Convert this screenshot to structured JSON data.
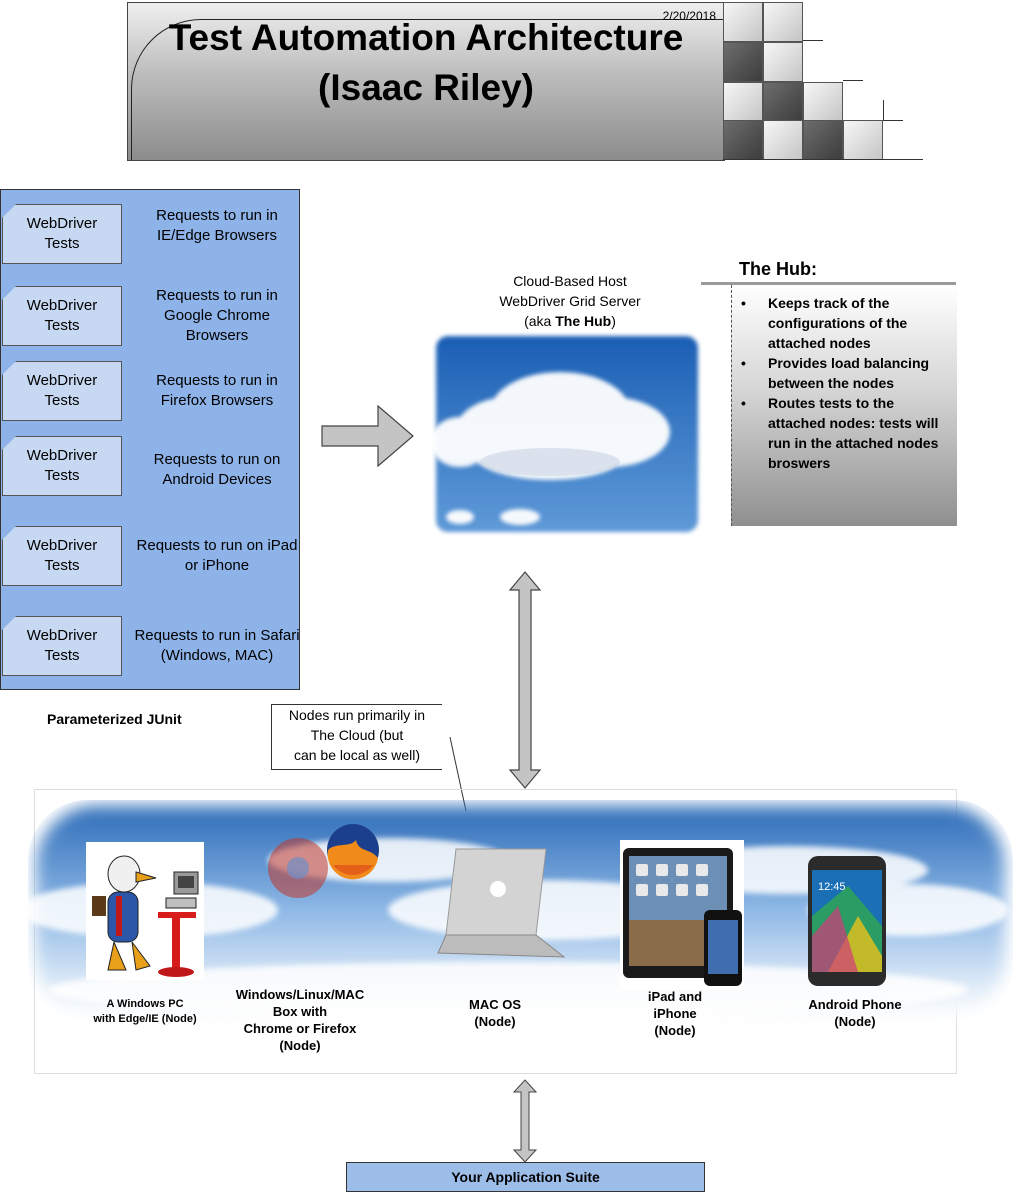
{
  "banner": {
    "date": "2/20/2018",
    "title_line1": "Test Automation Architecture",
    "title_line2": "(Isaac Riley)"
  },
  "tests": [
    {
      "box_line1": "WebDriver",
      "box_line2": "Tests",
      "request": "Requests to run in IE/Edge Browsers"
    },
    {
      "box_line1": "WebDriver",
      "box_line2": "Tests",
      "request": "Requests to run in Google Chrome Browsers"
    },
    {
      "box_line1": "WebDriver",
      "box_line2": "Tests",
      "request": "Requests to run in Firefox Browsers"
    },
    {
      "box_line1": "WebDriver",
      "box_line2": "Tests",
      "request": "Requests to run on Android Devices"
    },
    {
      "box_line1": "WebDriver",
      "box_line2": "Tests",
      "request": "Requests to run on iPad or iPhone"
    },
    {
      "box_line1": "WebDriver",
      "box_line2": "Tests",
      "request": "Requests to run in Safari (Windows, MAC)"
    }
  ],
  "junit_label": "Parameterized JUnit",
  "host": {
    "line1": "Cloud-Based Host",
    "line2": "WebDriver Grid Server",
    "line3_prefix": "(aka ",
    "line3_bold": "The Hub",
    "line3_suffix": ")"
  },
  "hub": {
    "title": "The Hub:",
    "bullet_char": "•",
    "bullets": [
      "Keeps track of the configurations of the attached nodes",
      "Provides load balancing between the nodes",
      "Routes tests to the attached nodes: tests will run in the attached nodes broswers"
    ]
  },
  "callout": {
    "line1": "Nodes run primarily in",
    "line2": "The Cloud (but",
    "line3": "can be local as well)"
  },
  "nodes": {
    "windows_pc": {
      "line1": "A Windows PC",
      "line2": "with Edge/IE (Node)"
    },
    "box": {
      "line1": "Windows/Linux/MAC",
      "line2": "Box with",
      "line3": "Chrome or Firefox",
      "line4": "(Node)"
    },
    "mac": {
      "line1": "MAC OS",
      "line2": "(Node)"
    },
    "ipad": {
      "line1": "iPad and",
      "line2": "iPhone",
      "line3": "(Node)"
    },
    "android": {
      "line1": "Android Phone",
      "line2": "(Node)"
    },
    "phone_time": "12:45"
  },
  "app_suite": "Your Application Suite",
  "colors": {
    "panel_blue": "#8eb3e8",
    "box_blue": "#c7d8f2",
    "app_bar_blue": "#9dbde9",
    "arrow_gray": "#bfbfbf"
  }
}
